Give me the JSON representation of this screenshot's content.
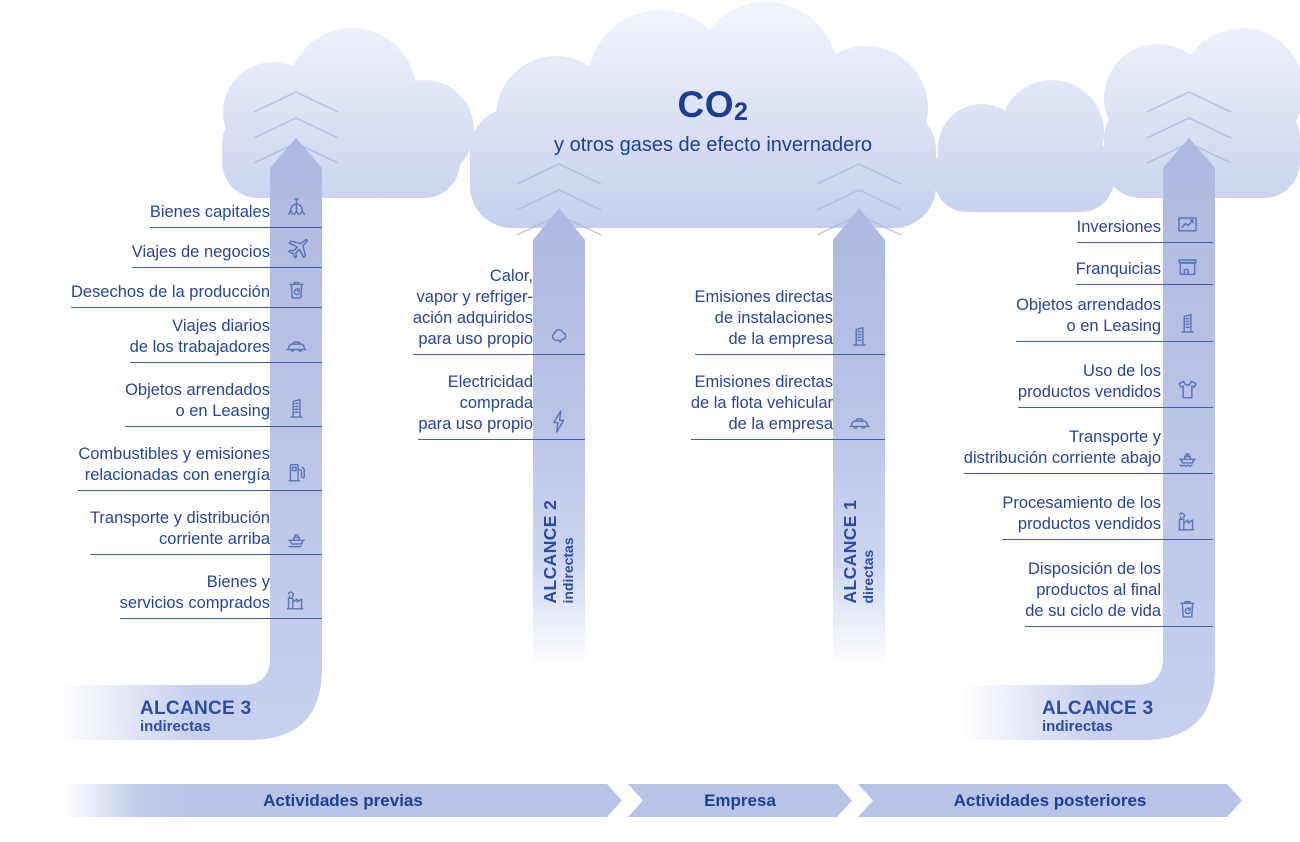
{
  "header": {
    "co2_main": "CO",
    "co2_subscript": "2",
    "subtitle": "y otros gases de efecto invernadero"
  },
  "groups": {
    "upstream3": {
      "label": "ALCANCE 3",
      "sublabel": "indirectas",
      "items": [
        {
          "text": "Bienes capitales",
          "icon": "crane-claw-icon"
        },
        {
          "text": "Viajes de negocios",
          "icon": "airplane-icon"
        },
        {
          "text": "Desechos de la producción",
          "icon": "waste-bin-icon"
        },
        {
          "text": "Viajes diarios\nde los trabajadores",
          "icon": "car-icon"
        },
        {
          "text": "Objetos arrendados\no en Leasing",
          "icon": "building-icon"
        },
        {
          "text": "Combustibles y emisiones\nrelacionadas con energía",
          "icon": "fuel-pump-icon"
        },
        {
          "text": "Transporte y distribución\ncorriente arriba",
          "icon": "ship-icon"
        },
        {
          "text": "Bienes y\nservicios comprados",
          "icon": "factory-icon"
        }
      ]
    },
    "scope2": {
      "label": "ALCANCE 2",
      "sublabel": "indirectas",
      "items": [
        {
          "text": "Calor,\nvapor y refriger-\nación adquiridos\npara uso propio",
          "icon": "steam-icon"
        },
        {
          "text": "Electricidad\ncomprada\npara uso propio",
          "icon": "lightning-icon"
        }
      ]
    },
    "scope1": {
      "label": "ALCANCE 1",
      "sublabel": "directas",
      "items": [
        {
          "text": "Emisiones directas\nde instalaciones\nde la empresa",
          "icon": "building-icon"
        },
        {
          "text": "Emisiones directas\nde la flota vehicular\nde la empresa",
          "icon": "car-icon"
        }
      ]
    },
    "downstream3": {
      "label": "ALCANCE 3",
      "sublabel": "indirectas",
      "items": [
        {
          "text": "Inversiones",
          "icon": "chart-icon"
        },
        {
          "text": "Franquicias",
          "icon": "storefront-icon"
        },
        {
          "text": "Objetos arrendados\no en Leasing",
          "icon": "building-icon"
        },
        {
          "text": "Uso de los\nproductos vendidos",
          "icon": "tshirt-icon"
        },
        {
          "text": "Transporte y\ndistribución corriente abajo",
          "icon": "ship-icon"
        },
        {
          "text": "Procesamiento de los\nproductos vendidos",
          "icon": "factory-icon"
        },
        {
          "text": "Disposición de los\nproductos al final\nde su ciclo de vida",
          "icon": "waste-bin-icon"
        }
      ]
    }
  },
  "timeline": {
    "segments": [
      {
        "label": "Actividades previas"
      },
      {
        "label": "Empresa"
      },
      {
        "label": "Actividades posteriores"
      }
    ]
  },
  "colors": {
    "column_lavender": "#b8c4e7",
    "column_dark": "#aeb9e1",
    "cloud_top": "#f0f2fb",
    "cloud_bottom": "#c3cdec",
    "navy_text": "#1d3f94",
    "item_text": "#26459a",
    "underline": "#3f5fae",
    "icon_stroke": "#5b76ba",
    "scope_label": "#2b4da2"
  }
}
